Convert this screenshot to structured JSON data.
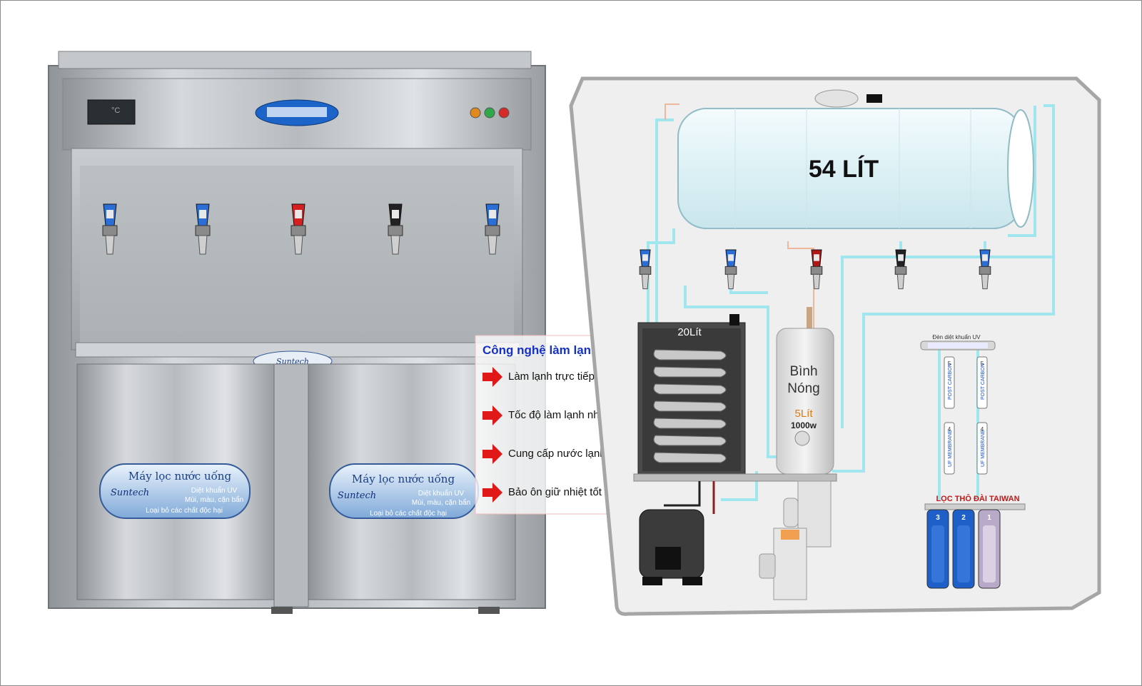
{
  "cooling_tech": {
    "title": "Công nghệ làm lạnh mới",
    "items": [
      "Làm lạnh trực tiếp bên trong",
      "Tốc độ làm lạnh nhanh",
      "Cung cấp nước lạnh liên tục",
      "Bảo ôn giữ nhiệt tốt"
    ]
  },
  "machine": {
    "display_unit": "°C",
    "brand": "Suntech",
    "panels": [
      {
        "title": "Máy lọc nước uống",
        "brand": "Suntech",
        "line1": "Diệt khuẩn UV",
        "line2": "Mùi, màu, cặn bẩn",
        "line3": "Loại bỏ các chất độc hại"
      },
      {
        "title": "Máy lọc nước uống",
        "brand": "Suntech",
        "line1": "Diệt khuẩn UV",
        "line2": "Mùi, màu, cặn bẩn",
        "line3": "Loại bỏ các chất độc hại"
      }
    ],
    "tap_colors": [
      "#2b6fd6",
      "#2b6fd6",
      "#d42020",
      "#222222",
      "#2b6fd6"
    ],
    "indicator_colors": [
      "#e08a1e",
      "#2fa84a",
      "#d42a2a"
    ]
  },
  "diagram": {
    "tank_label": "54 LÍT",
    "cold_tank_label": "20Lít",
    "hot_tank_title_1": "Bình",
    "hot_tank_title_2": "Nóng",
    "hot_tank_volume": "5Lít",
    "hot_tank_power": "1000w",
    "uv_label": "Đèn diệt khuẩn UV",
    "filter_carbon": "POST CARBON",
    "filter_uf": "UF MEMBRANE",
    "filter_numbers_top": [
      "5",
      "5"
    ],
    "filter_numbers_mid": [
      "4",
      "4"
    ],
    "housing_label": "LỌC THÔ ĐÀI TAIWAN",
    "housing_numbers": [
      "3",
      "2",
      "1"
    ],
    "tap_colors": [
      "#2b6fd6",
      "#2b6fd6",
      "#b01818",
      "#222222",
      "#2b6fd6"
    ],
    "pipe_color": "#9fe6ee",
    "hot_pipe_color": "#f0b89a"
  }
}
